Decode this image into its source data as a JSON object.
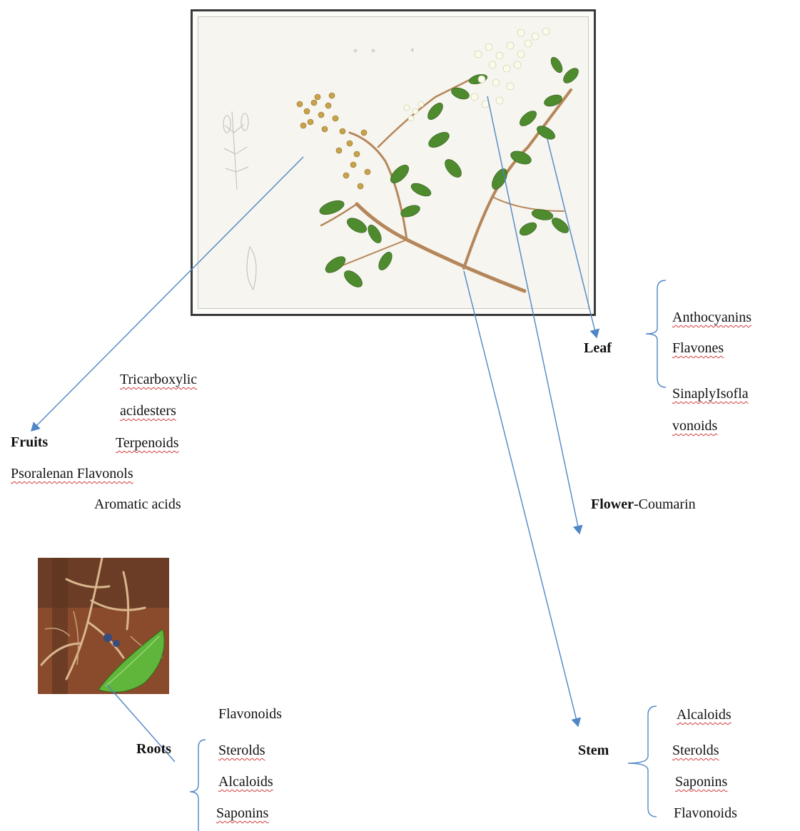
{
  "fruits": {
    "label": "Fruits",
    "items": [
      "Tricarboxylic",
      "acidesters",
      "Terpenoids",
      "Psoralenan Flavonols",
      "Aromatic acids"
    ]
  },
  "leaf": {
    "label": "Leaf",
    "items": [
      "Anthocyanins",
      "Flavones",
      "SinaplyIsofla",
      "vonoids"
    ]
  },
  "flower": {
    "label": "Flower",
    "suffix": "-Coumarin"
  },
  "roots": {
    "label": "Roots",
    "items": [
      "Flavonoids",
      "Sterolds",
      "Alcaloids",
      "Saponins"
    ]
  },
  "stem": {
    "label": "Stem",
    "items": [
      "Alcaloids",
      "Sterolds",
      "Saponins",
      "Flavonoids"
    ]
  },
  "colors": {
    "arrow": "#4f86c6",
    "underline": "#d23a3a",
    "leaf": "#4e8a2e",
    "stem": "#b5865a"
  }
}
